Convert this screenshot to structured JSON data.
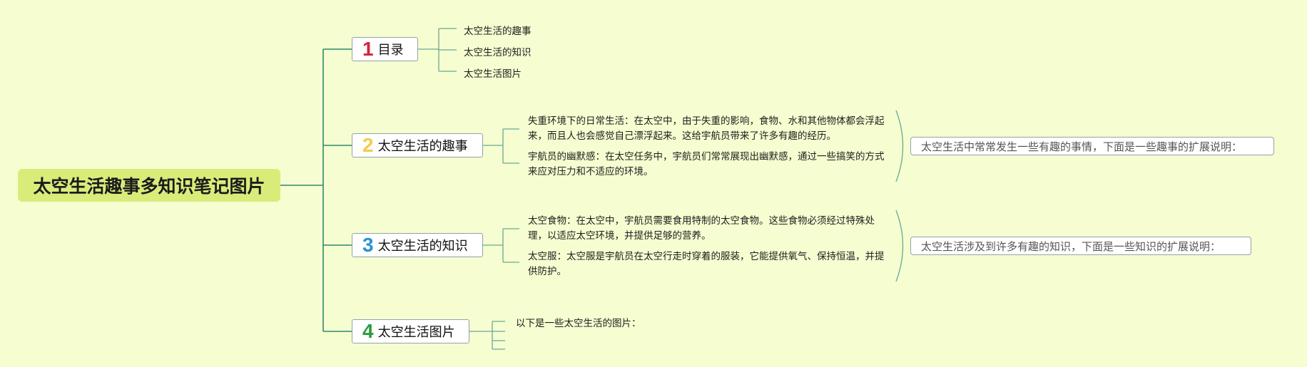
{
  "root": {
    "title": "太空生活趣事多知识笔记图片"
  },
  "topics": [
    {
      "num": "1",
      "num_color": "#d3243c",
      "label": "目录",
      "children": [
        "太空生活的趣事",
        "太空生活的知识",
        "太空生活图片"
      ]
    },
    {
      "num": "2",
      "num_color": "#f2cd4a",
      "label": "太空生活的趣事",
      "children": [
        "失重环境下的日常生活：在太空中，由于失重的影响，食物、水和其他物体都会浮起来，而且人也会感觉自己漂浮起来。这给宇航员带来了许多有趣的经历。",
        "宇航员的幽默感：在太空任务中，宇航员们常常展现出幽默感，通过一些搞笑的方式来应对压力和不适应的环境。"
      ],
      "note": "太空生活中常常发生一些有趣的事情，下面是一些趣事的扩展说明："
    },
    {
      "num": "3",
      "num_color": "#2a93d5",
      "label": "太空生活的知识",
      "children": [
        "太空食物：在太空中，宇航员需要食用特制的太空食物。这些食物必须经过特殊处理，以适应太空环境，并提供足够的营养。",
        "太空服：太空服是宇航员在太空行走时穿着的服装，它能提供氧气、保持恒温，并提供防护。"
      ],
      "note": "太空生活涉及到许多有趣的知识，下面是一些知识的扩展说明："
    },
    {
      "num": "4",
      "num_color": "#2a9d3a",
      "label": "太空生活图片",
      "children": [
        "以下是一些太空生活的图片："
      ]
    }
  ],
  "colors": {
    "background": "#f6fdd0",
    "root_fill": "#d9ec7a",
    "branch_line": "#2e8a6e",
    "connector_line": "#6aa896"
  }
}
